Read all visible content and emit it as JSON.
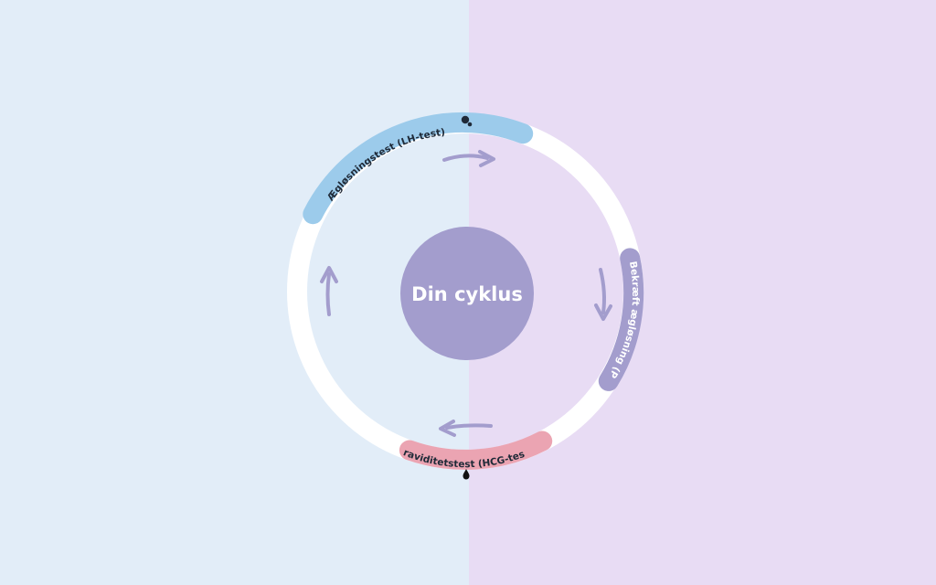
{
  "diagram": {
    "center_label": "Din cyklus",
    "segments": {
      "lh": {
        "label": "Ægløsningstest (LH-test)"
      },
      "pdg": {
        "label": "Bekræft ægløsning (PdG-test)"
      },
      "hcg": {
        "label": "Graviditetstest (HCG-test)"
      }
    }
  },
  "colors": {
    "background_left": "#e2edf8",
    "background_right": "#e8dcf4",
    "ring": "#ffffff",
    "center_circle": "#a39dcd",
    "center_text": "#ffffff",
    "lh_segment": "#9ccbeb",
    "pdg_segment": "#a39dcd",
    "hcg_segment": "#eba4b2",
    "arrow": "#a39dcd",
    "label_dark": "#1f2a38",
    "label_light": "#ffffff",
    "drop": "#111111"
  },
  "icons": {
    "ovum": "ovum-icon",
    "drop": "drop-icon",
    "arrow": "arrow-icon"
  }
}
